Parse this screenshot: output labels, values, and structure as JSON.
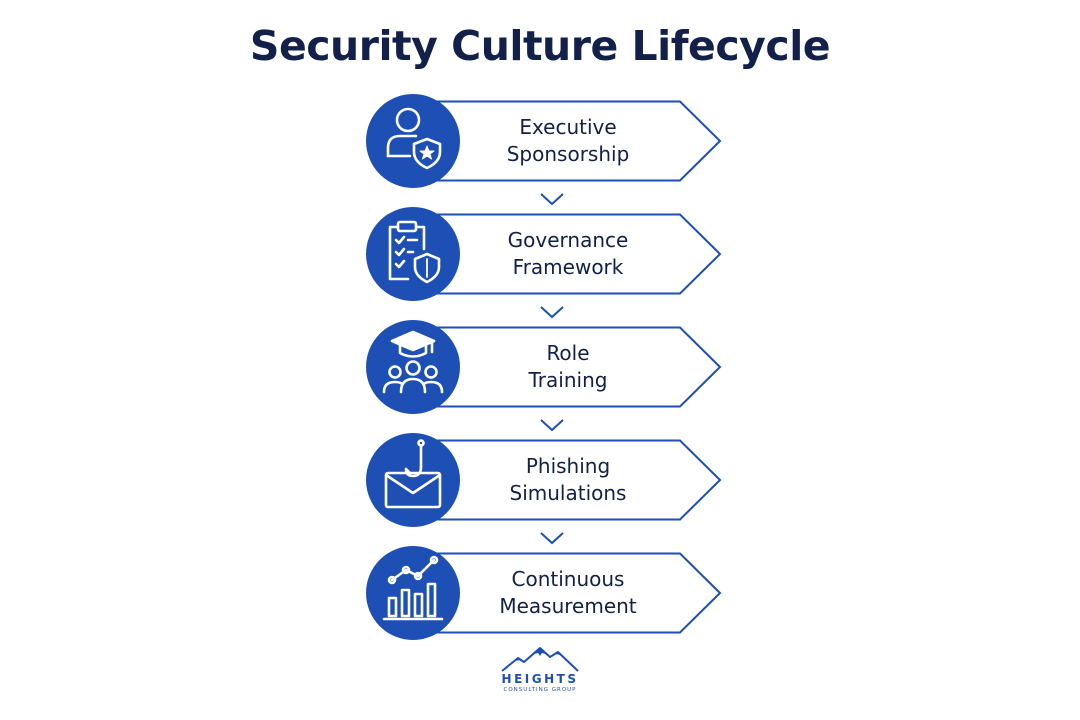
{
  "title": "Security Culture Lifecycle",
  "steps": [
    {
      "line1": "Executive",
      "line2": "Sponsorship",
      "icon": "user-shield-icon"
    },
    {
      "line1": "Governance",
      "line2": "Framework",
      "icon": "clipboard-shield-icon"
    },
    {
      "line1": "Role",
      "line2": "Training",
      "icon": "graduation-group-icon"
    },
    {
      "line1": "Phishing",
      "line2": "Simulations",
      "icon": "hook-envelope-icon"
    },
    {
      "line1": "Continuous",
      "line2": "Measurement",
      "icon": "bar-chart-trend-icon"
    }
  ],
  "logo": {
    "name": "HEIGHTS",
    "tagline": "CONSULTING GROUP"
  },
  "colors": {
    "navy": "#12204a",
    "brand_blue": "#1d4fb5",
    "white": "#ffffff"
  }
}
